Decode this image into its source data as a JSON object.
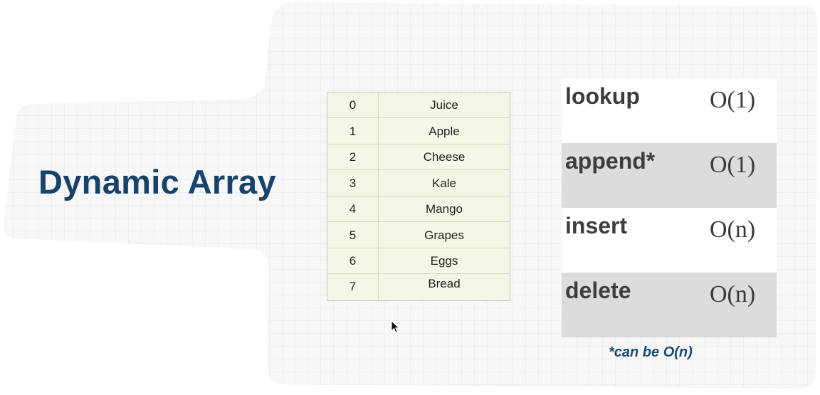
{
  "title": "Dynamic Array",
  "array": {
    "rows": [
      {
        "index": "0",
        "value": "Juice"
      },
      {
        "index": "1",
        "value": "Apple"
      },
      {
        "index": "2",
        "value": "Cheese"
      },
      {
        "index": "3",
        "value": "Kale"
      },
      {
        "index": "4",
        "value": "Mango"
      },
      {
        "index": "5",
        "value": "Grapes"
      },
      {
        "index": "6",
        "value": "Eggs"
      },
      {
        "index": "7",
        "value": "Bread"
      }
    ]
  },
  "complexity": {
    "rows": [
      {
        "operation": "lookup",
        "cost": "O(1)"
      },
      {
        "operation": "append*",
        "cost": "O(1)"
      },
      {
        "operation": "insert",
        "cost": "O(n)"
      },
      {
        "operation": "delete",
        "cost": "O(n)"
      }
    ],
    "footnote": "*can be O(n)"
  },
  "colors": {
    "title": "#17426a",
    "footnote": "#1b4c74",
    "table_fill": "#f6f6e6",
    "grey_row": "#dcdcdc",
    "grid_paper": "#f7f7f7"
  },
  "icons": [
    "mouse-pointer-icon"
  ]
}
